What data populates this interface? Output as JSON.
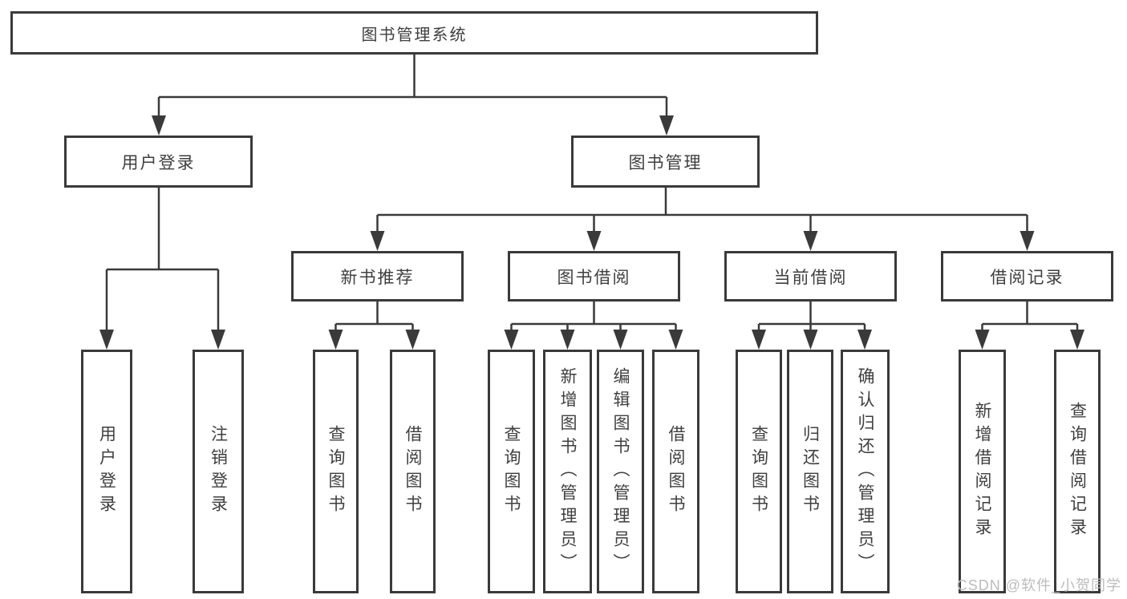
{
  "diagram": {
    "root": {
      "label": "图书管理系统"
    },
    "branches": [
      {
        "label": "用户登录",
        "leaves": [
          "用户登录",
          "注销登录"
        ]
      },
      {
        "label": "图书管理",
        "sections": [
          {
            "label": "新书推荐",
            "leaves": [
              "查询图书",
              "借阅图书"
            ]
          },
          {
            "label": "图书借阅",
            "leaves": [
              "查询图书",
              "新增图书（管理员）",
              "编辑图书（管理员）",
              "借阅图书"
            ]
          },
          {
            "label": "当前借阅",
            "leaves": [
              "查询图书",
              "归还图书",
              "确认归还（管理员）"
            ]
          },
          {
            "label": "借阅记录",
            "leaves": [
              "新增借阅记录",
              "查询借阅记录"
            ]
          }
        ]
      }
    ]
  },
  "watermark": {
    "text": "CSDN @软件_小贺同学"
  },
  "colors": {
    "line": "#3a3a3a",
    "text": "#3f3f3f",
    "watermark": "#bcbcbc",
    "background": "#ffffff"
  }
}
